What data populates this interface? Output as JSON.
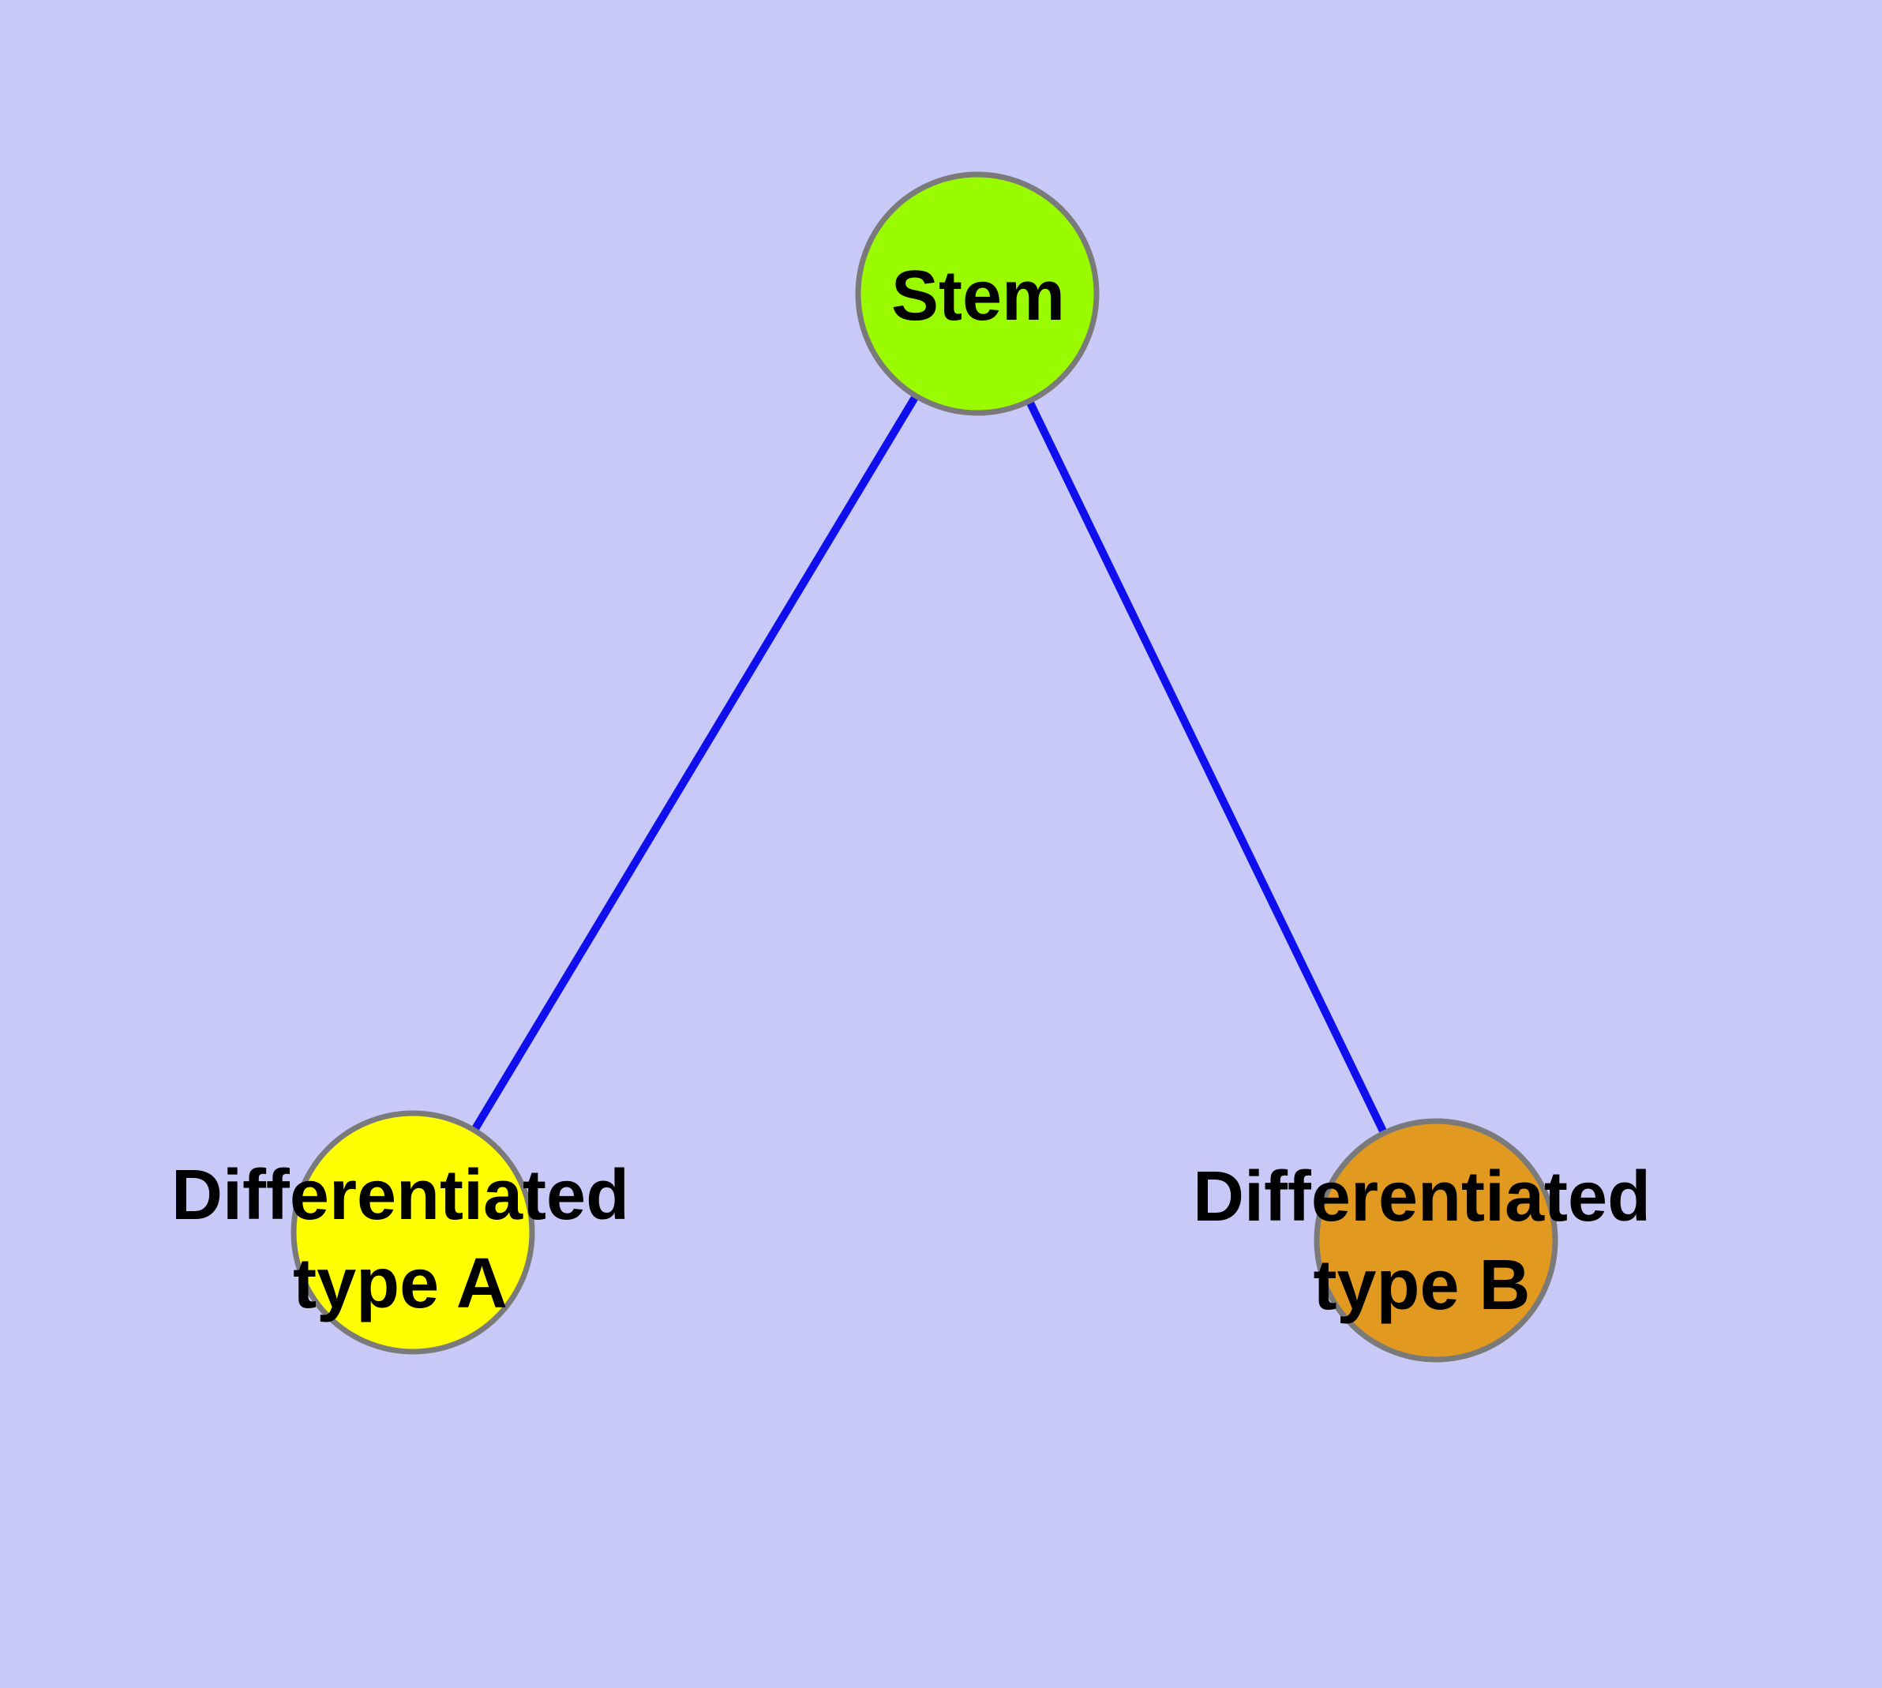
{
  "diagram": {
    "background_color": "#C9C9F7",
    "edge_color": "#0F0FEE",
    "node_border_color": "#7A7A7A",
    "label_color": "#000000",
    "nodes": [
      {
        "id": "stem",
        "label": "Stem",
        "fill_color": "#9AFB00"
      },
      {
        "id": "differentiated-type-a",
        "label_line1": "Differentiated",
        "label_line2": "type A",
        "fill_color": "#FFFF00"
      },
      {
        "id": "differentiated-type-b",
        "label_line1": "Differentiated",
        "label_line2": "type B",
        "fill_color": "#E1991F"
      }
    ],
    "edges": [
      {
        "from": "stem",
        "to": "differentiated-type-a"
      },
      {
        "from": "stem",
        "to": "differentiated-type-b"
      }
    ]
  }
}
